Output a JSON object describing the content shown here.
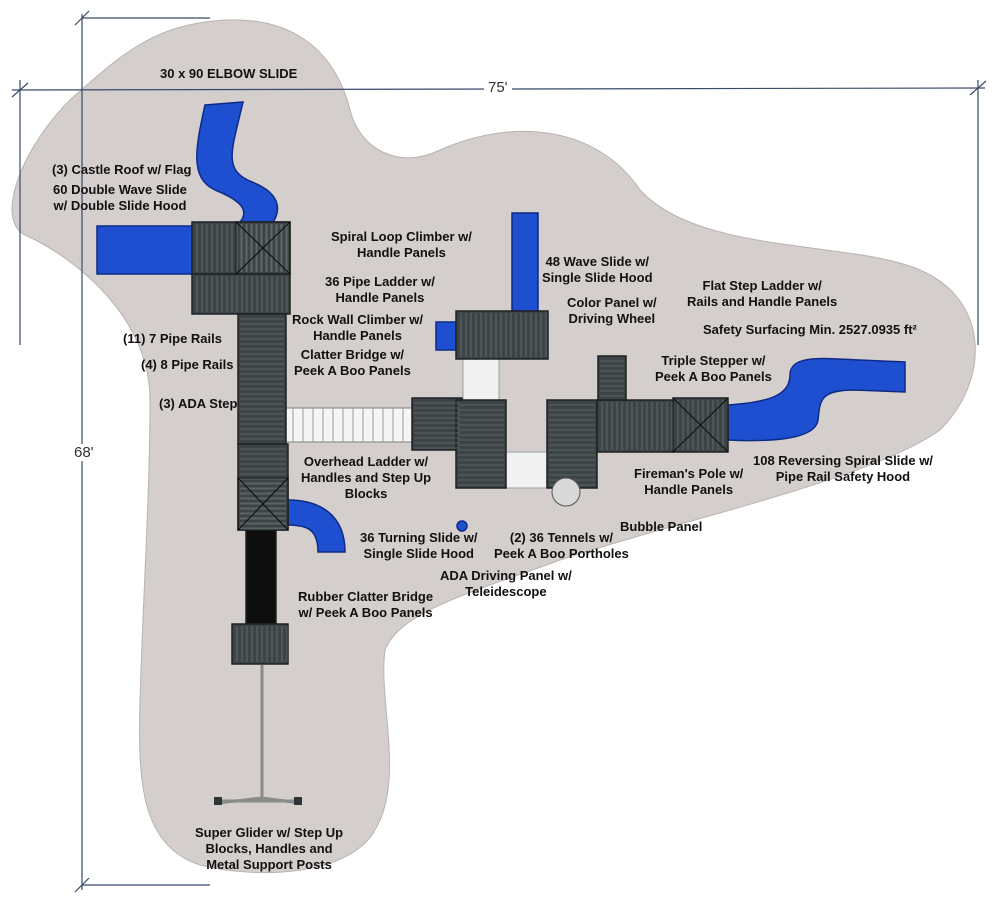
{
  "dimensions": {
    "width_label": "75'",
    "height_label": "68'"
  },
  "colors": {
    "surface": "#d4cfcc",
    "deck": "#3d4446",
    "deck_line": "#7a8284",
    "slide": "#1f4fd1",
    "tunnel": "#f1f1f1",
    "dim_line": "#3a4a6a"
  },
  "labels": [
    {
      "key": "elbow_slide",
      "text": "30 x 90 ELBOW SLIDE"
    },
    {
      "key": "castle_roof",
      "text": "(3) Castle Roof w/ Flag"
    },
    {
      "key": "double_wave",
      "text": "60 Double Wave Slide\nw/ Double Slide Hood"
    },
    {
      "key": "spiral_loop",
      "text": "Spiral Loop Climber w/\nHandle Panels"
    },
    {
      "key": "pipe_ladder",
      "text": "36 Pipe Ladder w/\nHandle Panels"
    },
    {
      "key": "rock_wall",
      "text": "Rock Wall Climber w/\nHandle Panels"
    },
    {
      "key": "pipe_rails_7",
      "text": "(11) 7 Pipe Rails"
    },
    {
      "key": "pipe_rails_8",
      "text": "(4) 8 Pipe Rails"
    },
    {
      "key": "clatter_bridge",
      "text": "Clatter Bridge w/\nPeek A Boo Panels"
    },
    {
      "key": "ada_step",
      "text": "(3) ADA Step"
    },
    {
      "key": "wave_slide",
      "text": "48 Wave Slide w/\nSingle Slide Hood"
    },
    {
      "key": "color_panel",
      "text": "Color Panel w/\nDriving Wheel"
    },
    {
      "key": "flat_step",
      "text": "Flat Step Ladder w/\nRails and Handle Panels"
    },
    {
      "key": "safety_surfacing",
      "text": "Safety Surfacing Min. 2527.0935 ft²"
    },
    {
      "key": "triple_stepper",
      "text": "Triple Stepper w/\nPeek A Boo Panels"
    },
    {
      "key": "overhead_ladder",
      "text": "Overhead Ladder w/\nHandles and Step Up\nBlocks"
    },
    {
      "key": "firemans_pole",
      "text": "Fireman's Pole w/\nHandle Panels"
    },
    {
      "key": "reversing_spiral",
      "text": "108 Reversing Spiral Slide w/\nPipe Rail Safety Hood"
    },
    {
      "key": "bubble_panel",
      "text": "Bubble Panel"
    },
    {
      "key": "turning_slide",
      "text": "36 Turning Slide w/\nSingle Slide Hood"
    },
    {
      "key": "tennels",
      "text": "(2) 36 Tennels w/\nPeek A Boo Portholes"
    },
    {
      "key": "ada_driving",
      "text": "ADA Driving Panel w/\nTeleidescope"
    },
    {
      "key": "rubber_clatter",
      "text": "Rubber Clatter Bridge\nw/ Peek A Boo Panels"
    },
    {
      "key": "super_glider",
      "text": "Super Glider w/ Step Up\nBlocks, Handles and\nMetal Support Posts"
    }
  ]
}
